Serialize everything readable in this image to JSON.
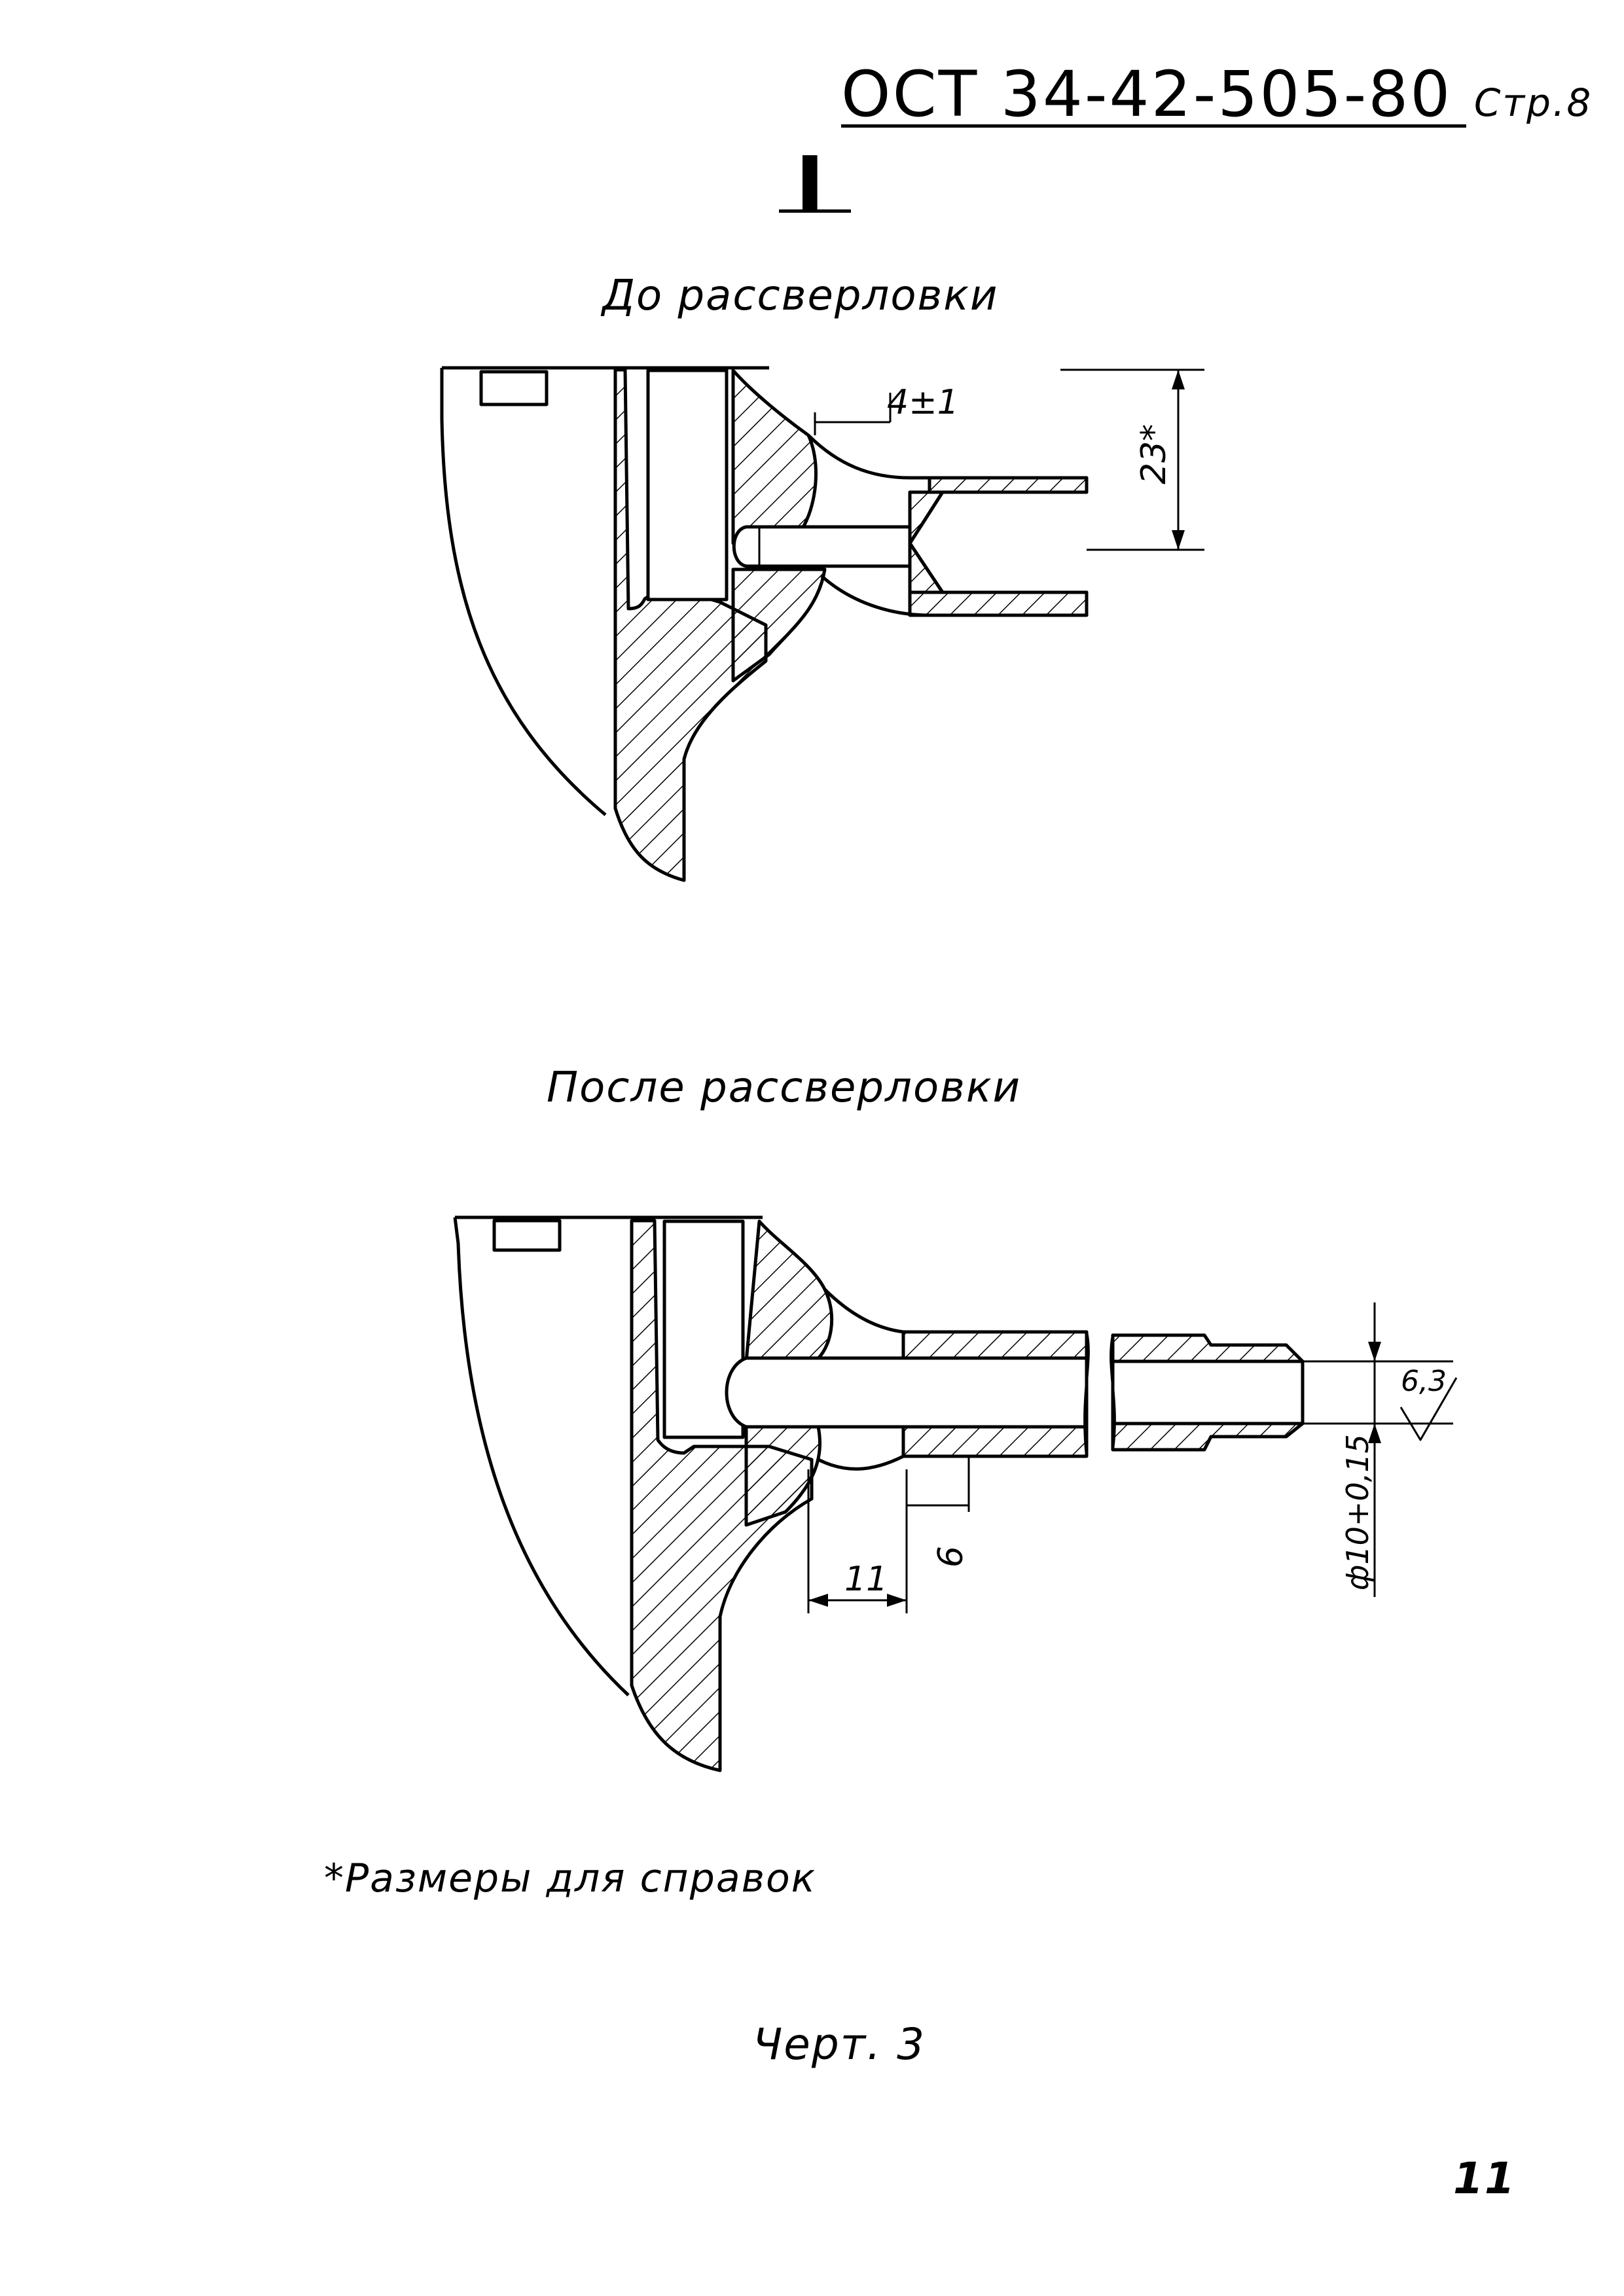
{
  "header": {
    "document_code": "ОСТ 34-42-505-80",
    "page_label": "Стр.8",
    "view_mark": "I"
  },
  "views": {
    "before": {
      "title": "До рассверловки",
      "dim_gap": "4±1",
      "dim_height": "23*"
    },
    "after": {
      "title": "После рассверловки",
      "dim_length": "11",
      "dim_depth": "6",
      "dim_diameter": "ф10+0,15",
      "roughness": "6,3"
    }
  },
  "footnote": "*Размеры для справок",
  "figure_label": "Черт. 3",
  "page_number": "11"
}
